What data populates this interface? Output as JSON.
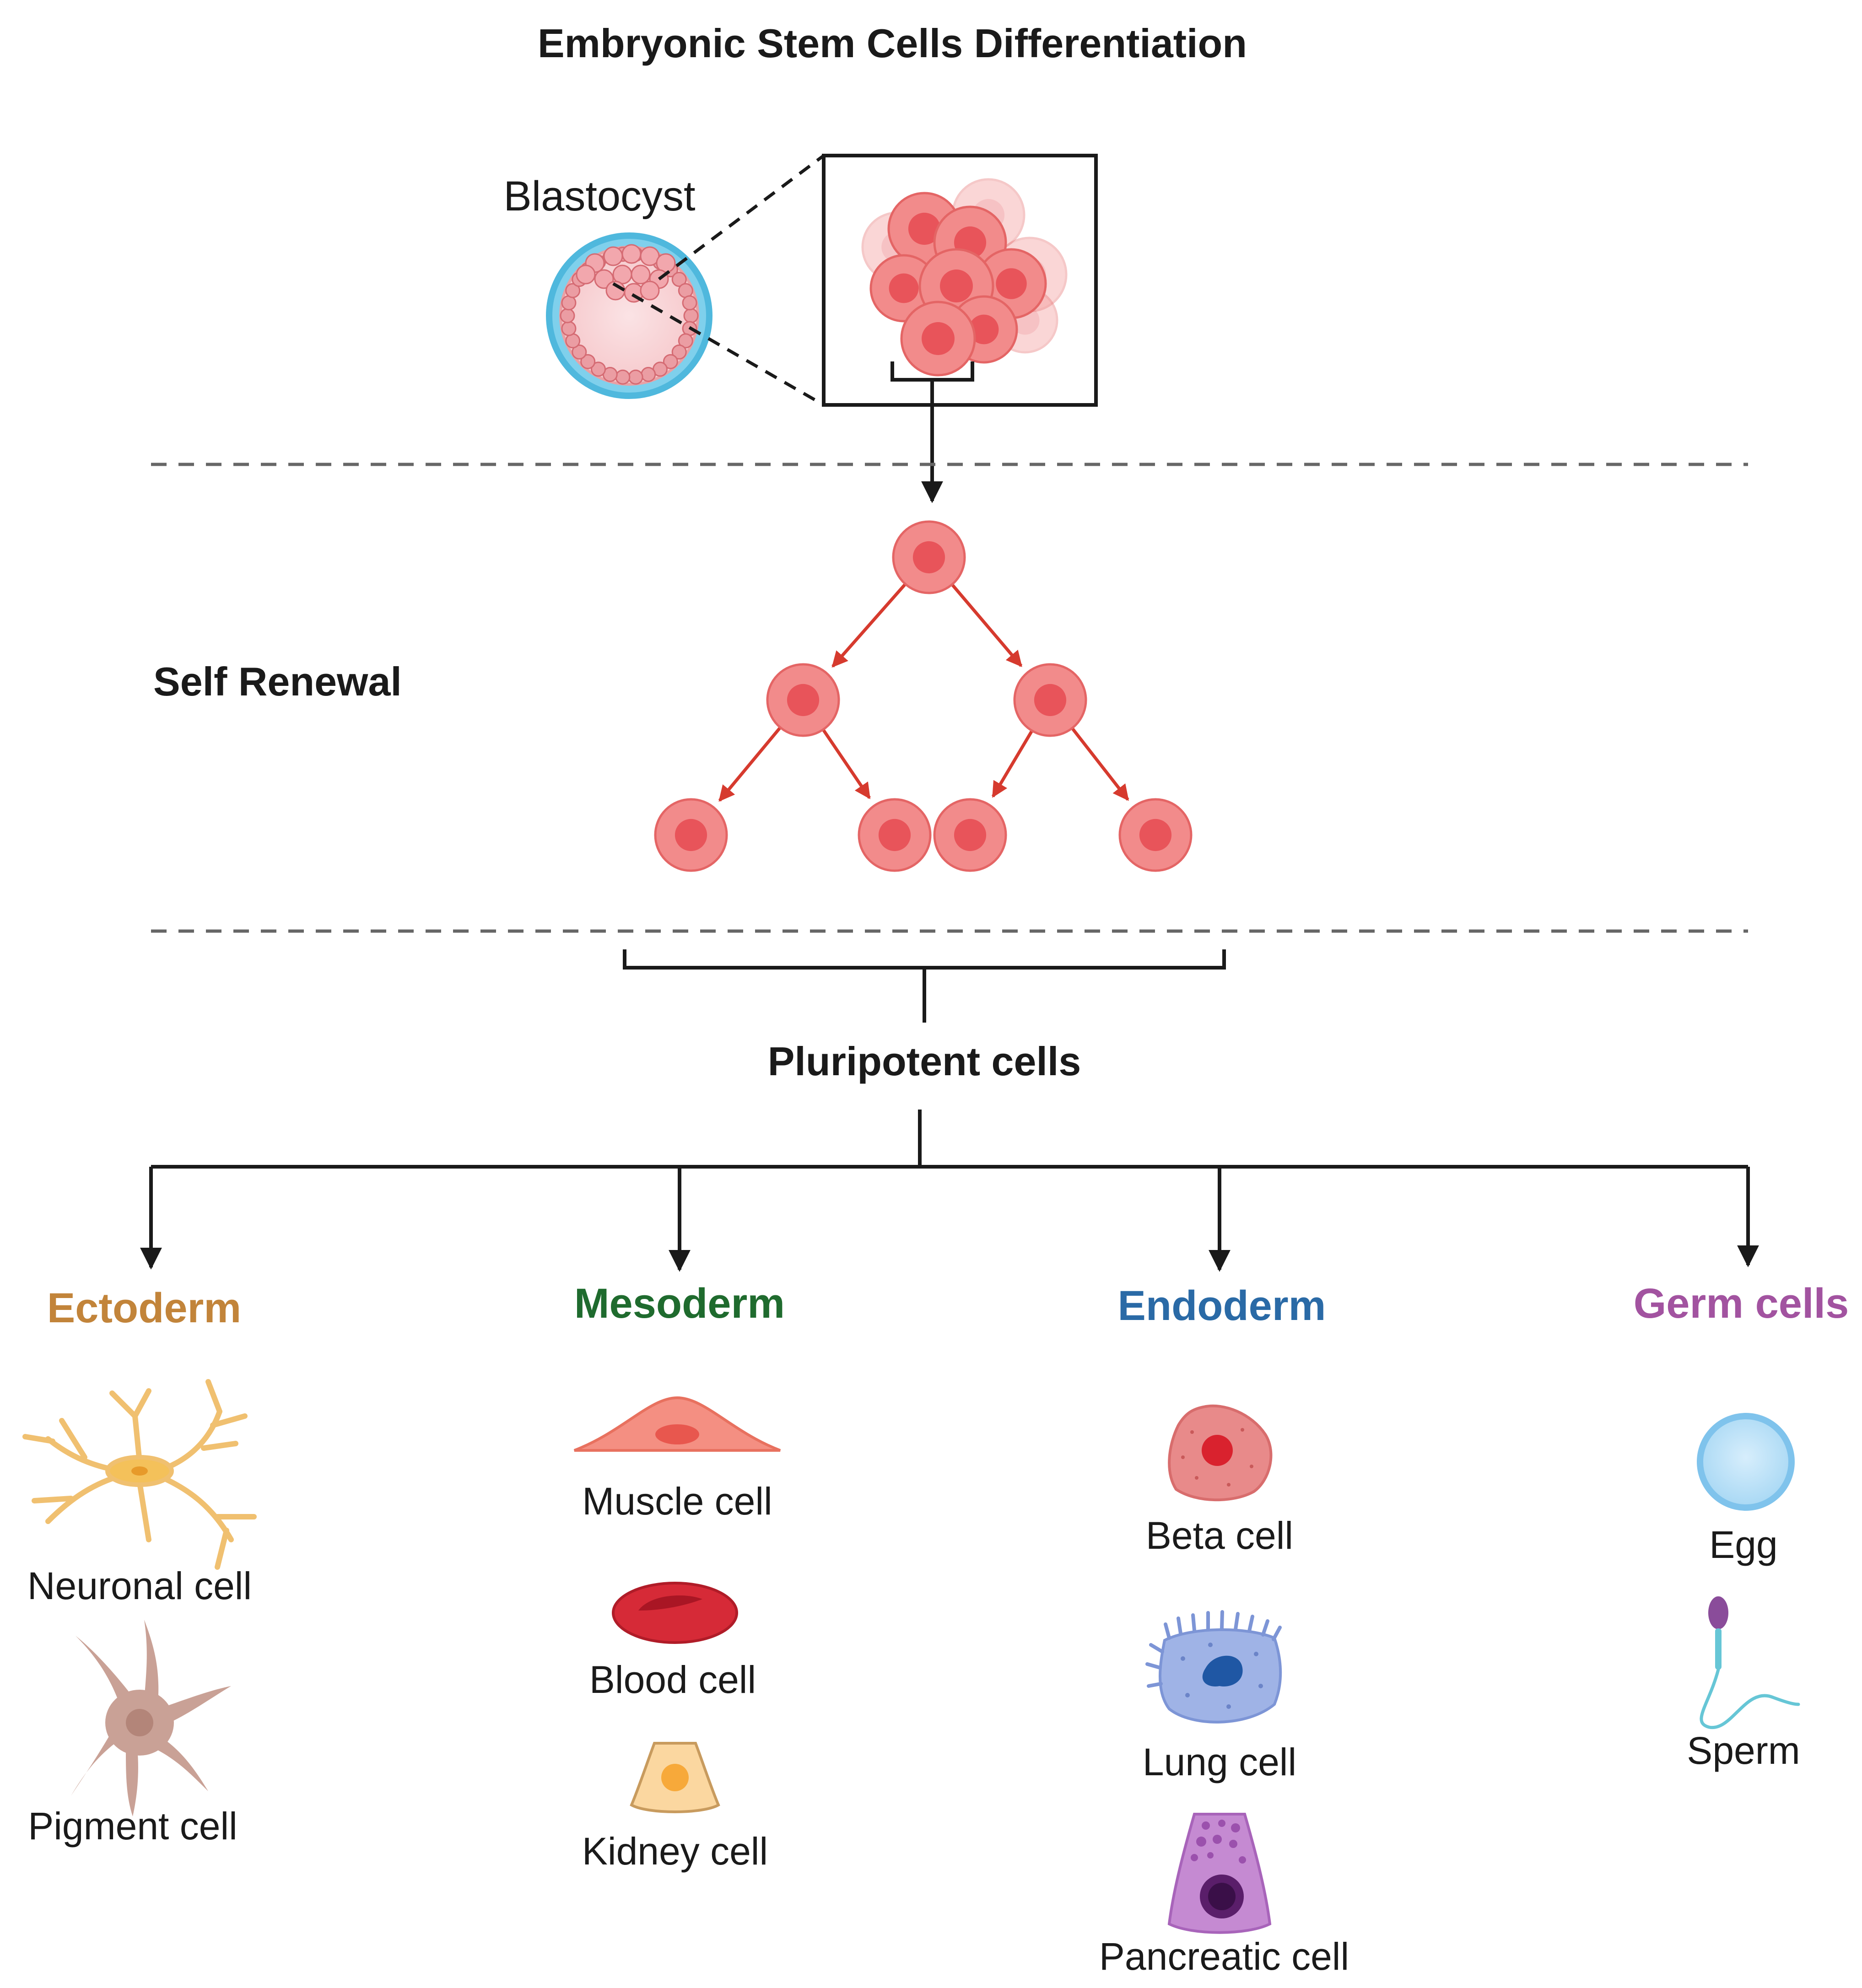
{
  "title": "Embryonic Stem Cells Differentiation",
  "blastocyst_label": "Blastocyst",
  "self_renewal_label": "Self Renewal",
  "pluripotent_label": "Pluripotent cells",
  "colors": {
    "cell_fill": "#f28b8b",
    "cell_stroke": "#e46565",
    "nucleus": "#e8545a",
    "arrow_red": "#d63a2e",
    "line_dark": "#1a1a1a",
    "zona": "#4fb8dd",
    "ectoderm": "#c2843a",
    "mesoderm": "#1f6b2e",
    "endoderm": "#2a6aa6",
    "germ": "#a253a0"
  },
  "layers": [
    {
      "id": "ectoderm",
      "name": "Ectoderm",
      "color": "#c2843a",
      "cells": [
        {
          "label": "Neuronal cell",
          "icon": "neuron-icon"
        },
        {
          "label": "Pigment cell",
          "icon": "pigment-cell-icon"
        }
      ]
    },
    {
      "id": "mesoderm",
      "name": "Mesoderm",
      "color": "#1f6b2e",
      "cells": [
        {
          "label": "Muscle cell",
          "icon": "muscle-cell-icon"
        },
        {
          "label": "Blood cell",
          "icon": "blood-cell-icon"
        },
        {
          "label": "Kidney cell",
          "icon": "kidney-cell-icon"
        }
      ]
    },
    {
      "id": "endoderm",
      "name": "Endoderm",
      "color": "#2a6aa6",
      "cells": [
        {
          "label": "Beta cell",
          "icon": "beta-cell-icon"
        },
        {
          "label": "Lung cell",
          "icon": "lung-cell-icon"
        },
        {
          "label": "Pancreatic cell",
          "icon": "pancreatic-cell-icon"
        }
      ]
    },
    {
      "id": "germ",
      "name": "Germ cells",
      "color": "#a253a0",
      "cells": [
        {
          "label": "Egg",
          "icon": "egg-icon"
        },
        {
          "label": "Sperm",
          "icon": "sperm-icon"
        }
      ]
    }
  ]
}
